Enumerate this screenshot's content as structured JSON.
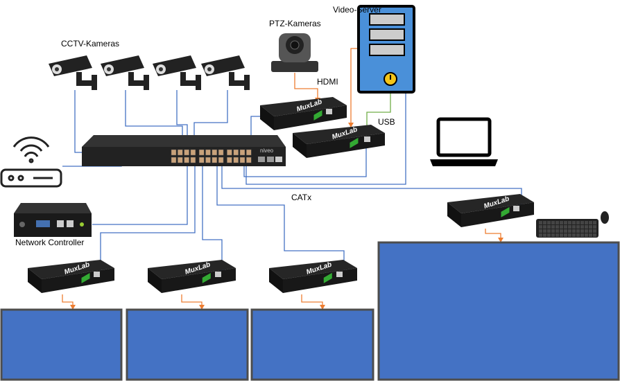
{
  "labels": {
    "video_server": "Video-Server",
    "ptz": "PTZ-Kameras",
    "cctv": "CCTV-Kameras",
    "hdmi": "HDMI",
    "usb": "USB",
    "catx": "CATx",
    "network_controller": "Network Controller"
  },
  "logos": {
    "extender": "MuxLab",
    "switch": "niveo"
  },
  "colors": {
    "catx": "#4472c4",
    "hdmi": "#ed7d31",
    "usb": "#70ad47",
    "screen": "#4472c4"
  }
}
